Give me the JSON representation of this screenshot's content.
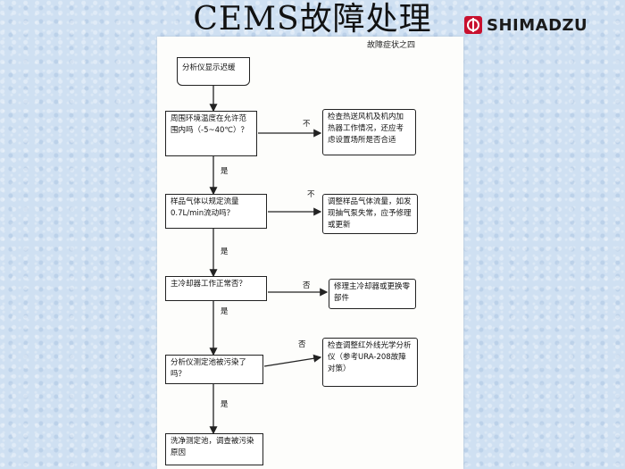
{
  "slide": {
    "title": "CEMS故障处理",
    "logo_text": "SHIMADZU",
    "accent": "#c8102e"
  },
  "document": {
    "caption": "故障症状之四",
    "start": "分析仪显示迟缓",
    "checks": [
      {
        "question": "周围环境温度在允许范围内吗（-5~40℃）？",
        "answer_no": "不",
        "answer_yes": "是",
        "action": "检查热送风机及机内加热器工作情况，还应考虑设置场所是否合适"
      },
      {
        "question": "样品气体以规定流量0.7L/min流动吗？",
        "answer_no": "不",
        "answer_yes": "是",
        "action": "调整样品气体流量，如发现抽气泵失常，应予修理或更新"
      },
      {
        "question": "主冷却器工作正常否？",
        "answer_no": "否",
        "answer_yes": "是",
        "action": "修理主冷却器或更换零部件"
      },
      {
        "question": "分析仪测定池被污染了吗？",
        "answer_no": "否",
        "answer_yes": "是",
        "action": "检查调整红外线光学分析仪（参考URA-208故障对策）"
      }
    ],
    "final": "洗净测定池，调查被污染原因"
  }
}
